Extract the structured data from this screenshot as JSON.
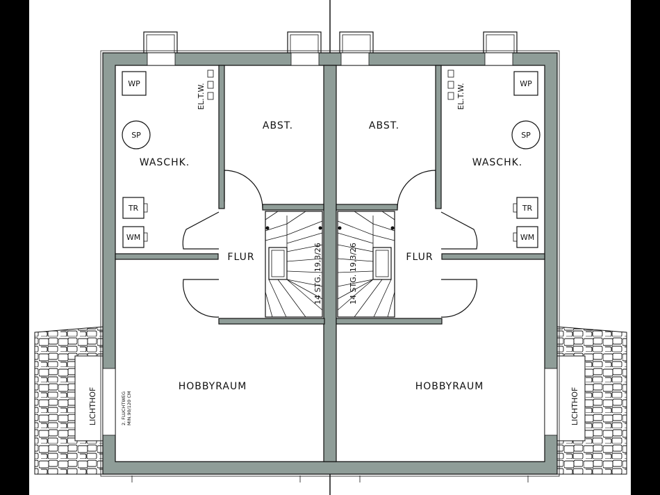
{
  "rooms": {
    "abstellraum": "ABST.",
    "waschkueche": "WASCHK.",
    "flur": "FLUR",
    "hobbyraum": "HOBBYRAUM",
    "lichthof": "LICHTHOF"
  },
  "appliances": {
    "wp": "WP",
    "sp": "SP",
    "tr": "TR",
    "wm": "WM",
    "eltw": "EL.T.W."
  },
  "stairs": {
    "label": "14 STG. 19,3/26"
  },
  "escape_route": {
    "line1": "2. FLUCHTWEG",
    "line2": "MIN.90/120 CM"
  }
}
